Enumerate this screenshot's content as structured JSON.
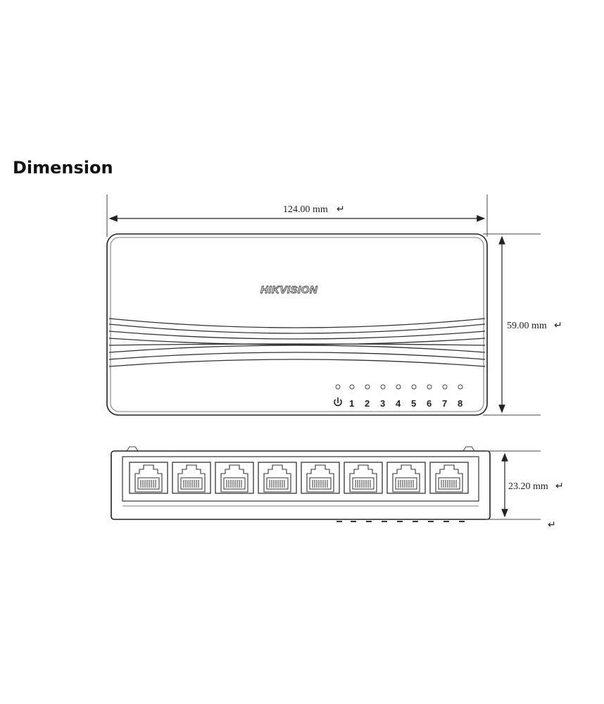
{
  "title": "Dimension",
  "brand": "HIKVISION",
  "dimensions": {
    "width": "124.00 mm",
    "height": "59.00 mm",
    "depth": "23.20 mm"
  },
  "port_labels": [
    "1",
    "2",
    "3",
    "4",
    "5",
    "6",
    "7",
    "8"
  ],
  "power_icon": "power-icon"
}
